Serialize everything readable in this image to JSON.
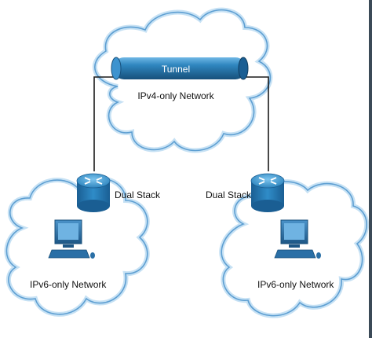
{
  "tunnel": {
    "label": "Tunnel"
  },
  "ipv4_cloud": {
    "label": "IPv4-only Network"
  },
  "left_site": {
    "router_label": "Dual Stack",
    "network_label": "IPv6-only Network"
  },
  "right_site": {
    "router_label": "Dual Stack",
    "network_label": "IPv6-only Network"
  },
  "colors": {
    "cloud_fill": "#ffffff",
    "cloud_stroke": "#5e9fd2",
    "cloud_glow": "#c6e1f4",
    "router_body": "#1f77b4",
    "router_top": "#4aa2d8",
    "tunnel_body": "#2a78ad",
    "pc_body": "#2a6fa6",
    "link": "#1a1a1a"
  },
  "icons": [
    "router-icon",
    "pc-icon",
    "cloud-icon",
    "tunnel-pipe-icon"
  ]
}
